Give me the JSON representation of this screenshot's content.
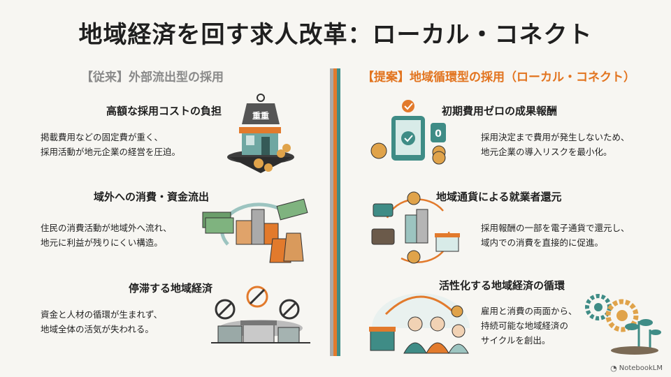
{
  "title": "地域経済を回す求人改革：ローカル・コネクト",
  "left_column": {
    "heading": "【従来】外部流出型の採用",
    "items": [
      {
        "title": "高額な採用コストの負担",
        "desc": [
          "掲載費用などの固定費が重く、",
          "採用活動が地元企業の経営を圧迫。"
        ],
        "weight_label": "重重"
      },
      {
        "title": "域外への消費・資金流出",
        "desc": [
          "住民の消費活動が地域外へ流れ、",
          "地元に利益が残りにくい構造。"
        ]
      },
      {
        "title": "停滞する地域経済",
        "desc": [
          "資金と人材の循環が生まれず、",
          "地域全体の活気が失われる。"
        ]
      }
    ]
  },
  "right_column": {
    "heading": "【提案】地域循環型の採用（ローカル・コネクト）",
    "items": [
      {
        "title": "初期費用ゼロの成果報酬",
        "desc": [
          "採用決定まで費用が発生しないため、",
          "地元企業の導入リスクを最小化。"
        ],
        "zero_label": "0"
      },
      {
        "title": "地域通貨による就業者還元",
        "desc": [
          "採用報酬の一部を電子通貨で還元し、",
          "域内での消費を直接的に促進。"
        ]
      },
      {
        "title": "活性化する地域経済の循環",
        "desc": [
          "雇用と消費の両面から、",
          "持続可能な地域経済の",
          "サイクルを創出。"
        ]
      }
    ]
  },
  "brand": "NotebookLM",
  "colors": {
    "accent_orange": "#e2741f",
    "accent_teal": "#3f8c86",
    "muted_gray": "#8a8a8a"
  }
}
